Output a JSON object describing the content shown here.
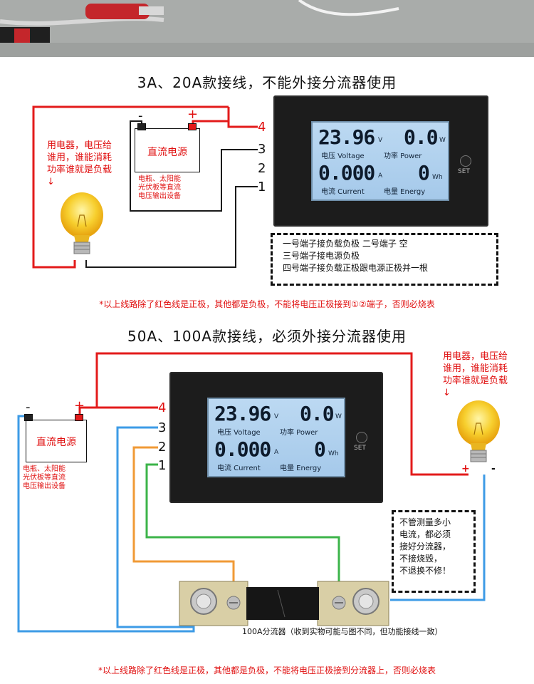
{
  "section1": {
    "title": "3A、20A款接线，不能外接分流器使用",
    "battery_label": "直流电源",
    "battery_neg": "-",
    "battery_pos": "+",
    "battery_note": [
      "电瓶、太阳能",
      "光伏板等直流",
      "电压输出设备"
    ],
    "load_note": [
      "用电器，电压给",
      "谁用，谁能消耗",
      "功率谁就是负载",
      "↓"
    ],
    "terminals": [
      "4",
      "3",
      "2",
      "1"
    ],
    "notes": [
      "一号端子接负载负极  二号端子 空",
      "三号端子接电源负极",
      "四号端子接负载正极跟电源正极并一根"
    ],
    "footnote": "*以上线路除了红色线是正极，其他都是负极，不能将电压正极接到①②端子，否则必烧表"
  },
  "section2": {
    "title": "50A、100A款接线，必须外接分流器使用",
    "battery_label": "直流电源",
    "battery_neg": "-",
    "battery_pos": "+",
    "battery_note": [
      "电瓶、太阳能",
      "光伏板等直流",
      "电压输出设备"
    ],
    "load_note": [
      "用电器，电压给",
      "谁用，谁能消耗",
      "功率谁就是负载",
      "↓"
    ],
    "load_pos": "+",
    "load_neg": "-",
    "terminals": [
      "4",
      "3",
      "2",
      "1"
    ],
    "warning": [
      "不管测量多小",
      "电流，都必须",
      "接好分流器，",
      "不接烧毁，",
      "不退换不修！"
    ],
    "shunt_caption": "100A分流器（收到实物可能与图不同，但功能接线一致）",
    "footnote": "*以上线路除了红色线是正极，其他都是负极，不能将电压正极接到分流器上，否则必烧表"
  },
  "meter": {
    "voltage": "23.96",
    "voltage_unit": "V",
    "power": "0.0",
    "power_unit": "W",
    "current": "0.000",
    "current_unit": "A",
    "energy": "0",
    "energy_unit": "Wh",
    "label_voltage": "电压 Voltage",
    "label_power": "功率 Power",
    "label_current": "电流 Current",
    "label_energy": "电量 Energy",
    "set_label": "SET"
  },
  "colors": {
    "positive_wire": "#e31b1b",
    "negative_wire": "#1a1a1a",
    "blue_wire": "#3d9be6",
    "orange_wire": "#f09a36",
    "green_wire": "#3cb44a"
  }
}
